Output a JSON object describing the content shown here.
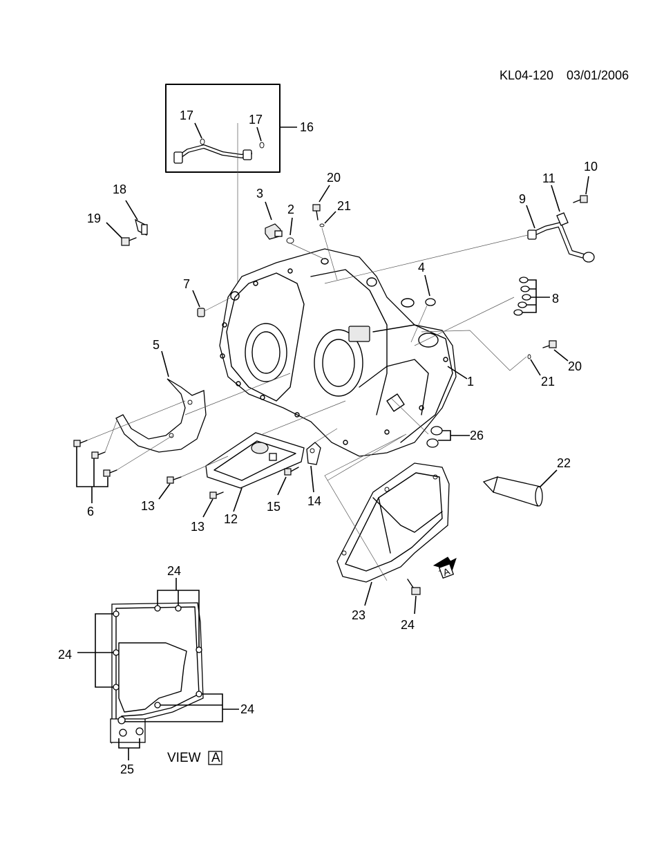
{
  "header": {
    "doc_code": "KL04-120",
    "date": "03/01/2006"
  },
  "labels": {
    "p1": "1",
    "p2": "2",
    "p3": "3",
    "p4": "4",
    "p5": "5",
    "p6": "6",
    "p7": "7",
    "p8": "8",
    "p9": "9",
    "p10": "10",
    "p11": "11",
    "p12": "12",
    "p13a": "13",
    "p13b": "13",
    "p14": "14",
    "p15": "15",
    "p16": "16",
    "p17a": "17",
    "p17b": "17",
    "p18": "18",
    "p19": "19",
    "p20a": "20",
    "p20b": "20",
    "p21a": "21",
    "p21b": "21",
    "p22": "22",
    "p23": "23",
    "p24a": "24",
    "p24b": "24",
    "p24c": "24",
    "p24d": "24",
    "p25": "25",
    "p26": "26"
  },
  "view": {
    "text": "VIEW",
    "letter": "A"
  },
  "view_marker": {
    "letter": "A"
  }
}
